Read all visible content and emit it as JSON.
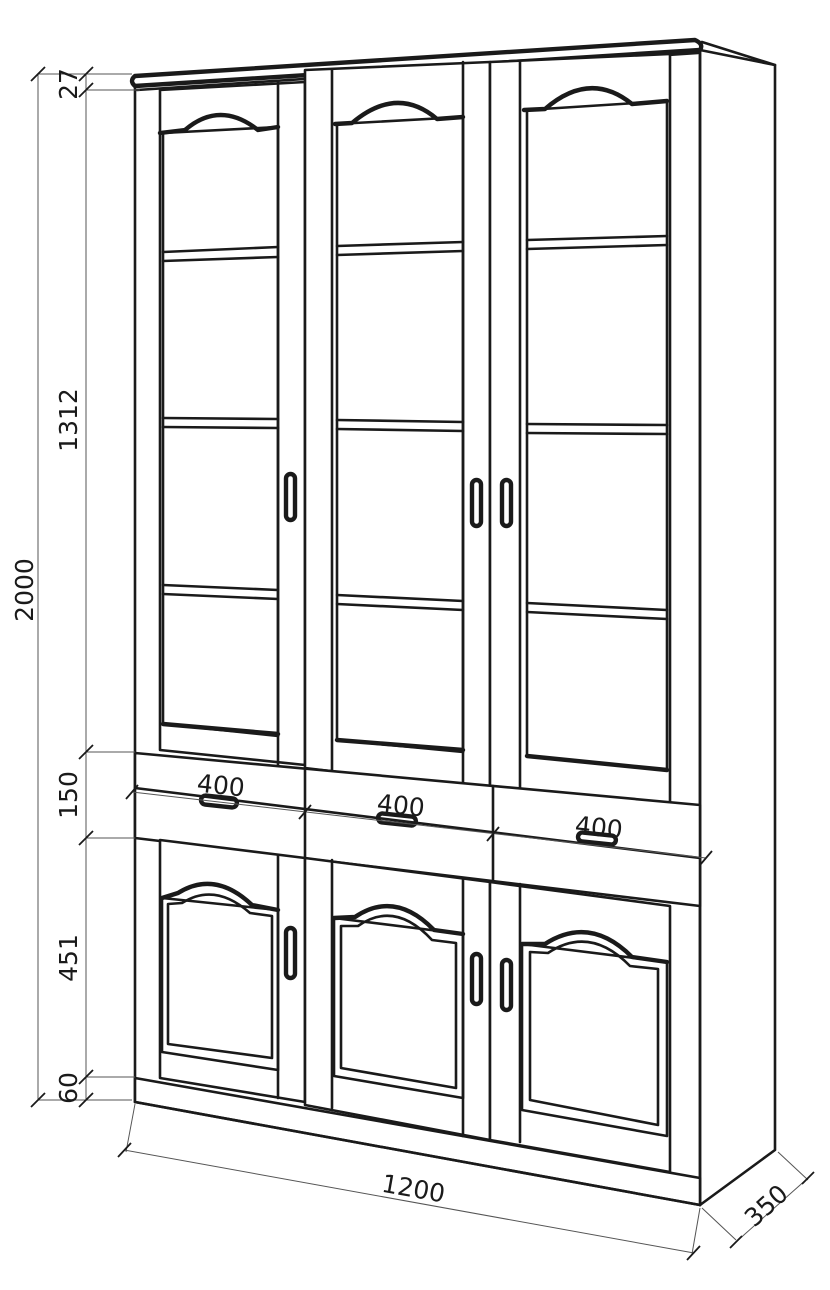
{
  "dimensions": {
    "total_height": "2000",
    "top_cornice": "27",
    "glass_section": "1312",
    "drawer_section": "150",
    "lower_section": "451",
    "plinth": "60",
    "width": "1200",
    "depth": "350",
    "drawer_width": "400"
  },
  "colors": {
    "stroke": "#1a1a1a",
    "background": "#ffffff"
  },
  "icons": [
    "handle-icon"
  ]
}
